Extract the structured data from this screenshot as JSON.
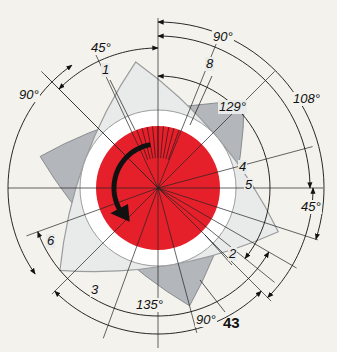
{
  "diagram": {
    "labels": [
      "45°",
      "90°",
      "108°",
      "129°",
      "45°",
      "90°",
      "135°",
      "90°",
      "1",
      "8",
      "4",
      "5",
      "2",
      "3",
      "6",
      "43"
    ]
  }
}
